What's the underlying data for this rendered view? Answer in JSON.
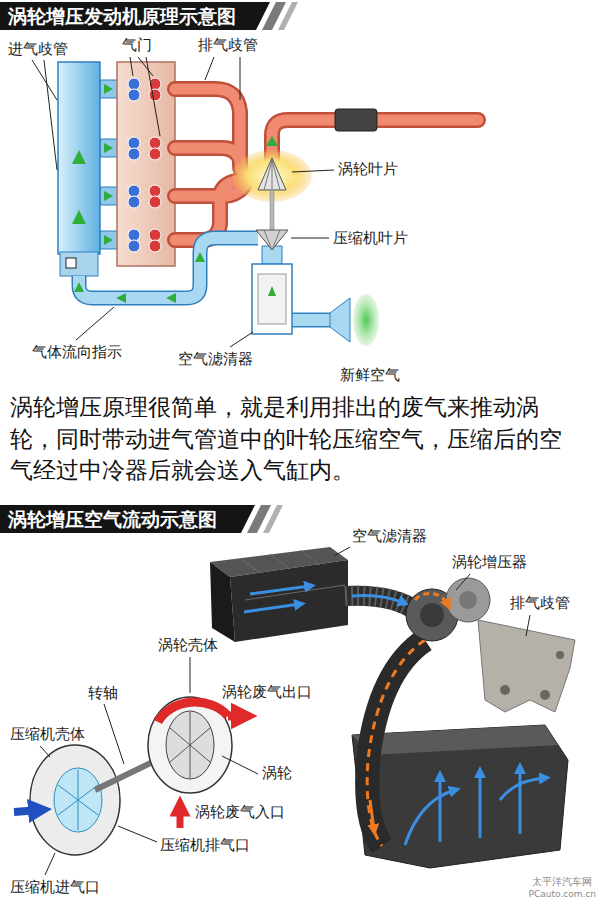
{
  "diagram": {
    "nodes": [
      {
        "text": [
          "涡轮增压发动机原理示意图"
        ]
      },
      {
        "text": [
          "涡轮增压空气流动示意图"
        ]
      }
    ],
    "labels": [
      "进气歧管",
      "气门",
      "排气歧管",
      "涡轮叶片",
      "压缩机叶片",
      "气体流向指示",
      "空气滤清器",
      "新鲜空气",
      "涡轮增压原理很简单，就是利用排出的废气来推动涡轮，同时带动进气管道中的叶轮压缩空气，压缩后的空气经过中冷器后就会送入气缸内。",
      "空气滤清器",
      "涡轮增压器",
      "排气歧管",
      "涡轮壳体",
      "转轴",
      "涡轮废气出口",
      "压缩机壳体",
      "涡轮",
      "涡轮废气入口",
      "压缩机排气口",
      "压缩机进气口",
      "太平洋汽车网",
      "PCauto.com.cn"
    ]
  }
}
